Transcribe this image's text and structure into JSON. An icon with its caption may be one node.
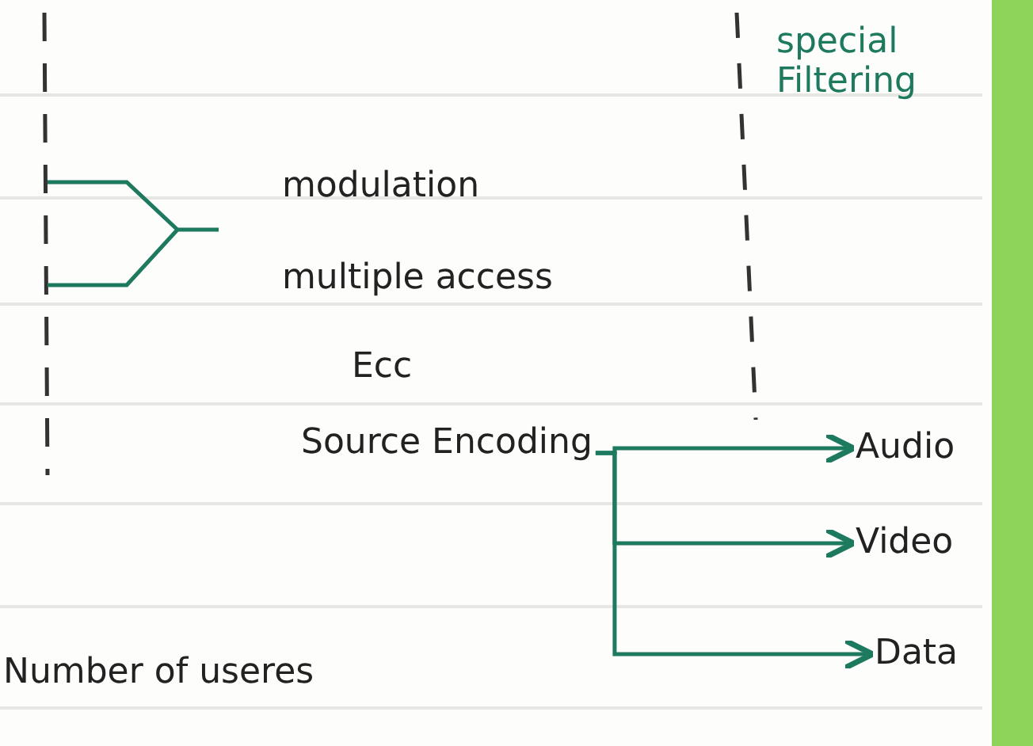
{
  "diagram": {
    "nodes": [
      {
        "text": [
          "modulation"
        ]
      },
      {
        "text": [
          "multiple access"
        ]
      },
      {
        "text": [
          "Ecc"
        ]
      },
      {
        "text": [
          "Source Encoding"
        ]
      },
      {
        "text": [
          "Audio"
        ]
      },
      {
        "text": [
          "Video"
        ]
      },
      {
        "text": [
          "Data"
        ]
      }
    ],
    "edges": [
      {
        "from": 3,
        "to": 4,
        "arrow": "to"
      },
      {
        "from": 3,
        "to": 5,
        "arrow": "to"
      },
      {
        "from": 3,
        "to": 6,
        "arrow": "to"
      }
    ],
    "labels": [
      "special Filtering",
      "Number of useres"
    ]
  }
}
